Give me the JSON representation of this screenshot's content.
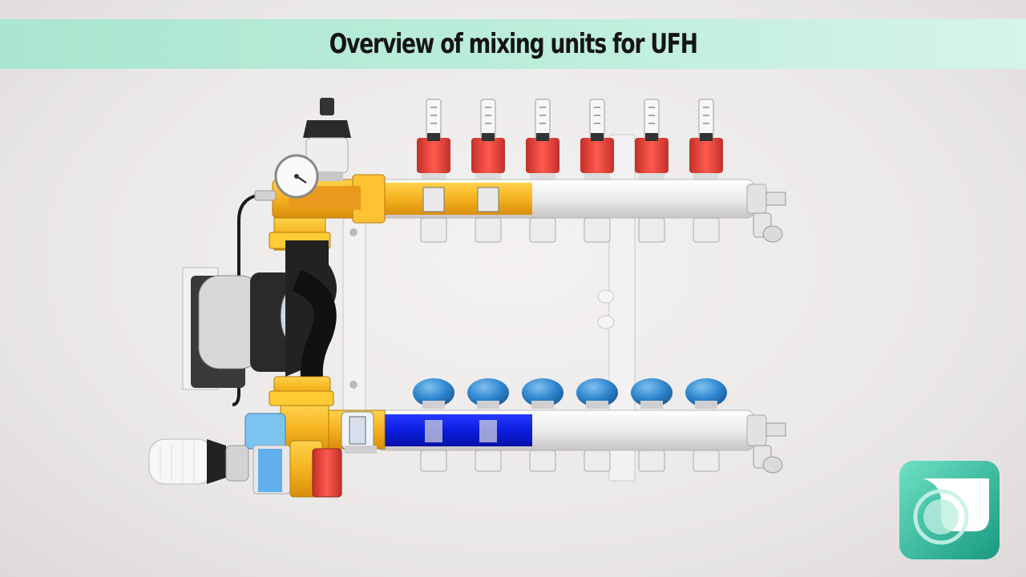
{
  "header": {
    "title": "Overview of mixing units for UFH"
  },
  "colors": {
    "title_bar": "#bdeedb",
    "brass": "#f5b21f",
    "cold_water": "#0a1ee0",
    "flowmeter_cap": "#e4473f",
    "valve_cap": "#2f86cf",
    "logo": "#29b597"
  },
  "components": {
    "flowmeter_count": 6,
    "valve_cap_count": 6,
    "pump": "pump-icon",
    "gauge": "temperature-gauge-icon",
    "thermostatic_head": "thermostatic-head-icon",
    "air_vent": "air-vent-icon"
  }
}
